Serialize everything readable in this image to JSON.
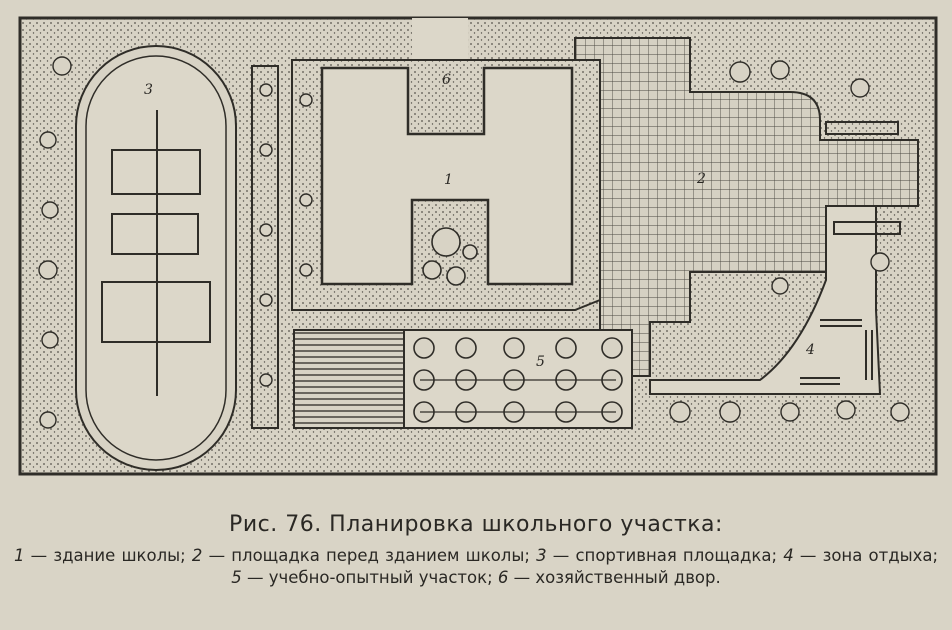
{
  "diagram": {
    "zone_labels": {
      "school_building": "1",
      "front_area": "2",
      "sports_ground": "3",
      "rest_zone": "4",
      "experimental_plot": "5",
      "service_yard": "6"
    }
  },
  "caption": {
    "title": "Рис. 76. Планировка школьного участка:",
    "legend": [
      {
        "num": "1",
        "text": "— здание школы;"
      },
      {
        "num": "2",
        "text": "— площадка перед зданием школы;"
      },
      {
        "num": "3",
        "text": "— спортивная площадка;"
      },
      {
        "num": "4",
        "text": "— зона отдыха;"
      },
      {
        "num": "5",
        "text": "— учебно-опытный участок;"
      },
      {
        "num": "6",
        "text": "— хозяйственный двор."
      }
    ]
  }
}
